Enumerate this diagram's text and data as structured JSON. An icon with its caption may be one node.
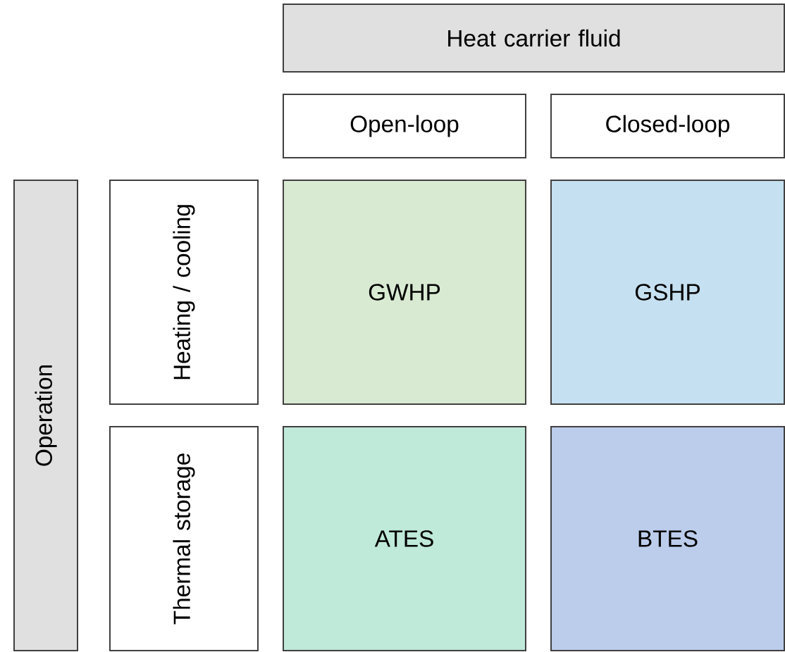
{
  "diagram": {
    "nodes": [
      {
        "text": [
          "Heat carrier fluid"
        ]
      },
      {
        "text": [
          "Open-loop"
        ]
      },
      {
        "text": [
          "Closed-loop"
        ]
      },
      {
        "text": [
          "Operation"
        ]
      },
      {
        "text": [
          "Heating / cooling"
        ]
      },
      {
        "text": [
          "GWHP"
        ]
      },
      {
        "text": [
          "GSHP"
        ]
      },
      {
        "text": [
          "Thermal storage"
        ]
      },
      {
        "text": [
          "ATES"
        ]
      },
      {
        "text": [
          "BTES"
        ]
      }
    ]
  }
}
